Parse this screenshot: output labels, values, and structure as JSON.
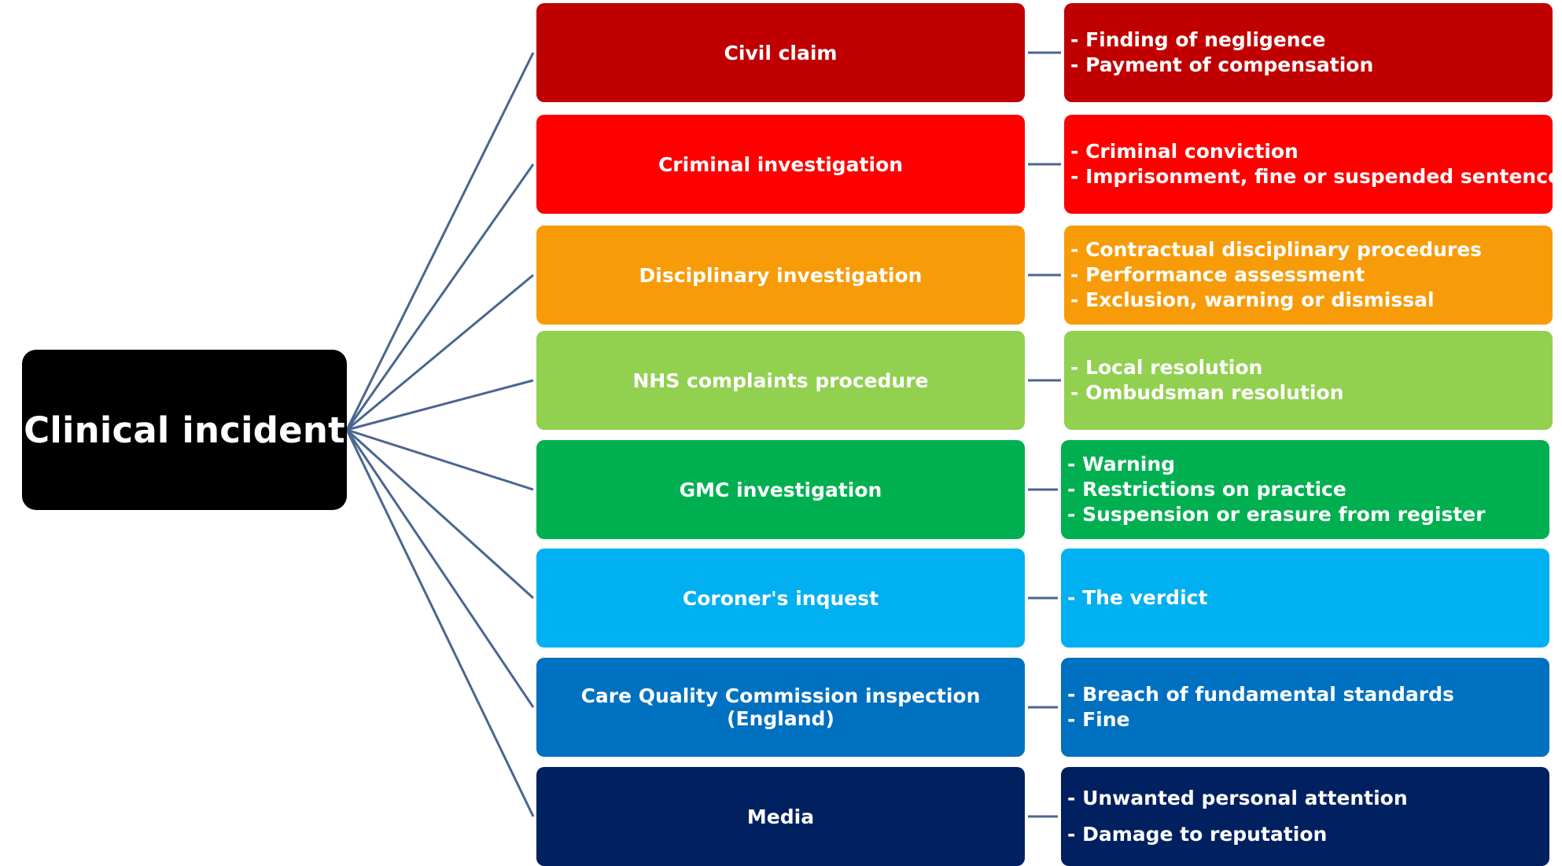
{
  "root": {
    "label": "Clinical incident"
  },
  "colors": {
    "connector": "#4a6690",
    "civil": "#c00000",
    "criminal": "#ff0000",
    "disciplinary": "#f89b09",
    "nhs": "#92d050",
    "gmc": "#00b050",
    "coroner": "#00b0f0",
    "cqc": "#0070c0",
    "media": "#002060"
  },
  "branches": [
    {
      "process": "Civil claim",
      "color": "#c00000",
      "outcomes": [
        "- Finding of negligence",
        "- Payment of compensation"
      ]
    },
    {
      "process": "Criminal investigation",
      "color": "#ff0000",
      "outcomes": [
        "- Criminal conviction",
        "- Imprisonment, fine or suspended sentence"
      ]
    },
    {
      "process": "Disciplinary investigation",
      "color": "#f89b09",
      "outcomes": [
        "- Contractual disciplinary procedures",
        "- Performance assessment",
        "- Exclusion, warning or dismissal"
      ]
    },
    {
      "process": "NHS complaints procedure",
      "color": "#92d050",
      "outcomes": [
        "- Local resolution",
        "- Ombudsman resolution"
      ]
    },
    {
      "process": "GMC investigation",
      "color": "#00b050",
      "outcomes": [
        "- Warning",
        "- Restrictions on practice",
        "- Suspension or erasure from register"
      ]
    },
    {
      "process": "Coroner's inquest",
      "color": "#00b0f0",
      "outcomes": [
        "- The verdict"
      ]
    },
    {
      "process": "Care Quality Commission inspection (England)",
      "color": "#0070c0",
      "outcomes": [
        "- Breach of fundamental standards",
        "- Fine"
      ]
    },
    {
      "process": "Media",
      "color": "#002060",
      "outcomes": [
        "- Unwanted personal attention",
        "- Damage to reputation"
      ]
    }
  ]
}
